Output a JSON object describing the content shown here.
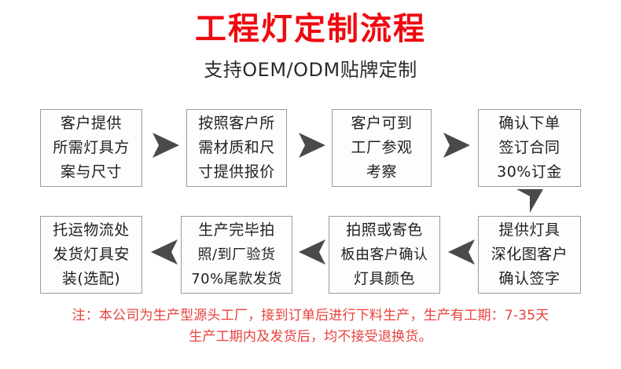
{
  "header": {
    "title": "工程灯定制流程",
    "subtitle": "支持OEM/ODM贴牌定制",
    "title_color": "#ee0b10",
    "subtitle_color": "#2b2b2b"
  },
  "theme": {
    "background": "#ffffff",
    "box_border": "#9a9a9a",
    "box_fill": "#fdfdfd",
    "box_text": "#1f1f1f",
    "arrow_color": "#4a4a4a",
    "note_color": "#e8413c"
  },
  "flow": {
    "steps": [
      {
        "id": "step-1",
        "lines": [
          "客户提供",
          "所需灯具方",
          "案与尺寸"
        ],
        "text": "客户提供所需灯具方案与尺寸"
      },
      {
        "id": "step-2",
        "lines": [
          "按照客户所",
          "需材质和尺",
          "寸提供报价"
        ],
        "text": "按照客户所需材质和尺寸提供报价"
      },
      {
        "id": "step-3",
        "lines": [
          "客户可到",
          "工厂参观",
          "考察"
        ],
        "text": "客户可到工厂参观考察"
      },
      {
        "id": "step-4",
        "lines": [
          "确认下单",
          "签订合同",
          "30%订金"
        ],
        "text": "确认下单签订合同30%订金"
      },
      {
        "id": "step-5",
        "lines": [
          "提供灯具",
          "深化图客户",
          "确认签字"
        ],
        "text": "提供灯具深化图客户确认签字"
      },
      {
        "id": "step-6",
        "lines": [
          "拍照或寄色",
          "板由客户确认",
          "灯具颜色"
        ],
        "text": "拍照或寄色板由客户确认灯具颜色"
      },
      {
        "id": "step-7",
        "lines": [
          "生产完毕拍",
          "照/到厂验货",
          "70%尾款发货"
        ],
        "text": "生产完毕拍照/到厂验货70%尾款发货"
      },
      {
        "id": "step-8",
        "lines": [
          "托运物流处",
          "发货灯具安",
          "装(选配)"
        ],
        "text": "托运物流处发货灯具安装(选配)"
      }
    ],
    "arrows": [
      {
        "id": "arrow-1-2",
        "direction": "right"
      },
      {
        "id": "arrow-2-3",
        "direction": "right"
      },
      {
        "id": "arrow-3-4",
        "direction": "right"
      },
      {
        "id": "arrow-4-5",
        "direction": "down"
      },
      {
        "id": "arrow-5-6",
        "direction": "left"
      },
      {
        "id": "arrow-6-7",
        "direction": "left"
      },
      {
        "id": "arrow-7-8",
        "direction": "left"
      }
    ]
  },
  "note": {
    "line1": "注：本公司为生产型源头工厂，接到订单后进行下料生产，生产有工期：7-35天",
    "line2": "生产工期内及发货后，均不接受退换货。"
  }
}
